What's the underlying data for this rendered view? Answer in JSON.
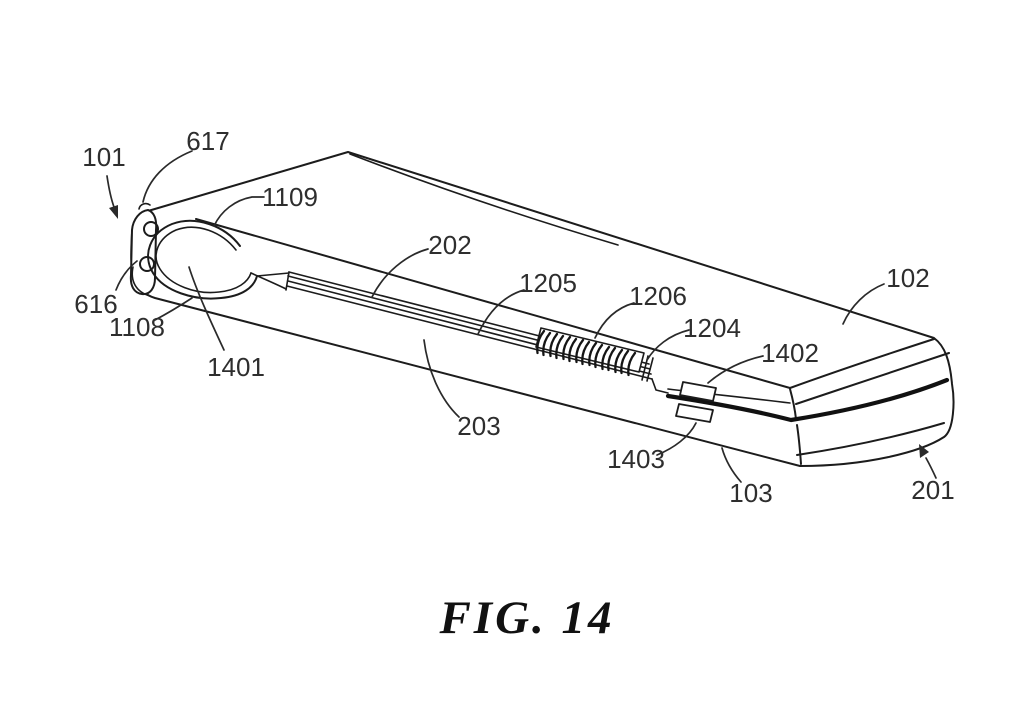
{
  "figure": {
    "caption": "FIG. 14",
    "background": "#ffffff",
    "line_color": "#1c1c1c",
    "label_color": "#2e2e2e",
    "labels": [
      {
        "text": "101"
      },
      {
        "text": "617"
      },
      {
        "text": "1109"
      },
      {
        "text": "616"
      },
      {
        "text": "1108"
      },
      {
        "text": "1401"
      },
      {
        "text": "202"
      },
      {
        "text": "1205"
      },
      {
        "text": "1206"
      },
      {
        "text": "1204"
      },
      {
        "text": "1402"
      },
      {
        "text": "102"
      },
      {
        "text": "203"
      },
      {
        "text": "1403"
      },
      {
        "text": "103"
      },
      {
        "text": "201"
      }
    ]
  }
}
